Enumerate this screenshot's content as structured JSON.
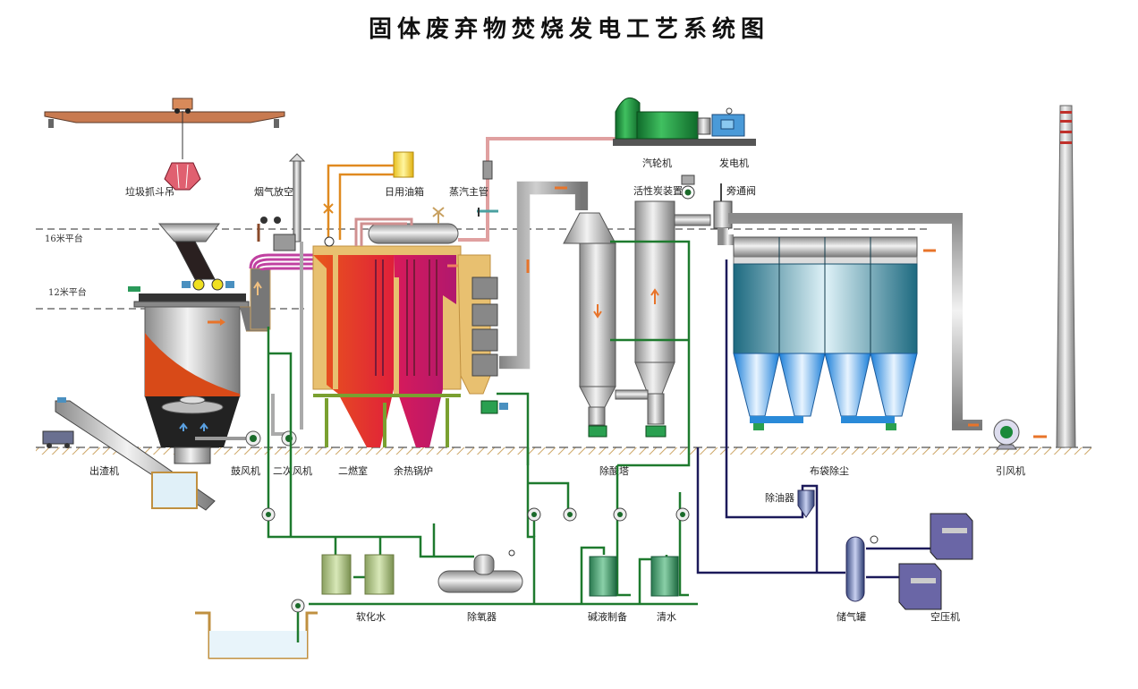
{
  "title": "固体废弃物焚烧发电工艺系统图",
  "platforms": {
    "p16": "16米平台",
    "p12": "12米平台"
  },
  "labels": {
    "grab_crane": "垃圾抓斗吊",
    "flue_vent": "烟气放空",
    "daily_oil_tank": "日用油箱",
    "main_steam_pipe": "蒸汽主管",
    "steam_turbine": "汽轮机",
    "generator": "发电机",
    "activated_carbon": "活性炭装置",
    "bypass_valve": "旁通阀",
    "slag_remover": "出渣机",
    "blower": "鼓风机",
    "secondary_fan": "二次风机",
    "secondary_chamber": "二燃室",
    "waste_heat_boiler": "余热锅炉",
    "deacid_tower": "除酸塔",
    "bag_filter": "布袋除尘",
    "induced_fan": "引风机",
    "oil_remover": "除油器",
    "softened_water": "软化水",
    "deaerator": "除氧器",
    "alkali_prep": "碱液制备",
    "clean_water": "清水",
    "air_tank": "储气罐",
    "air_compressor": "空压机"
  },
  "colors": {
    "water_line": "#1e7a2e",
    "air_line": "#1c1a5a",
    "steam_line": "#e0a0a0",
    "oil_line": "#e08a20",
    "flow_arrow": "#e8742a",
    "ground": "#b8862e",
    "bag_filter": "#1f6e85",
    "boiler_red": "#e03a1e",
    "boiler_magenta": "#c8186a",
    "turbine_green": "#1a8a3a",
    "compressor": "#6a66a6"
  }
}
